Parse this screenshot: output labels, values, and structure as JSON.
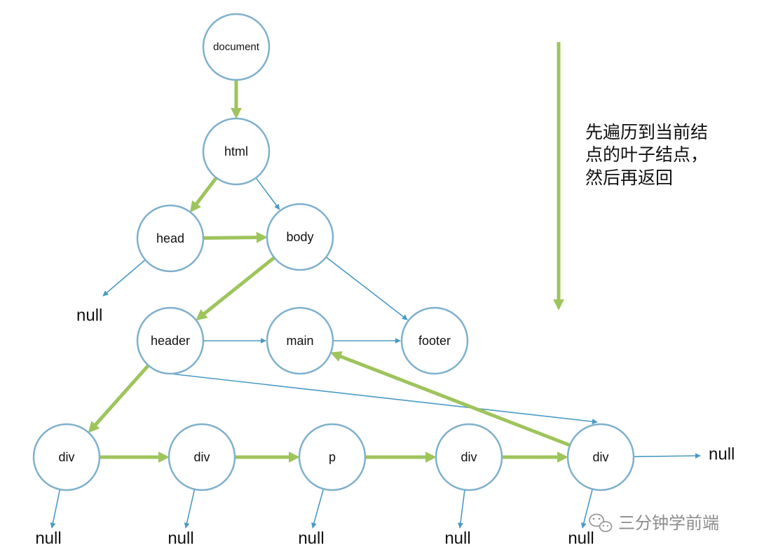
{
  "nodes": [
    {
      "id": "document",
      "label": "document"
    },
    {
      "id": "html",
      "label": "html"
    },
    {
      "id": "head",
      "label": "head"
    },
    {
      "id": "body",
      "label": "body"
    },
    {
      "id": "header",
      "label": "header"
    },
    {
      "id": "main",
      "label": "main"
    },
    {
      "id": "footer",
      "label": "footer"
    },
    {
      "id": "div1",
      "label": "div"
    },
    {
      "id": "div2",
      "label": "div"
    },
    {
      "id": "p",
      "label": "p"
    },
    {
      "id": "div3",
      "label": "div"
    },
    {
      "id": "div4",
      "label": "div"
    }
  ],
  "null_labels": [
    {
      "id": "head-null",
      "label": "null"
    },
    {
      "id": "div1-null",
      "label": "null"
    },
    {
      "id": "div2-null",
      "label": "null"
    },
    {
      "id": "p-null",
      "label": "null"
    },
    {
      "id": "div3-null",
      "label": "null"
    },
    {
      "id": "div4-null",
      "label": "null"
    },
    {
      "id": "div4-sibling-null",
      "label": "null"
    }
  ],
  "tree_edges": [
    {
      "from": "html",
      "to": "head"
    },
    {
      "from": "html",
      "to": "body"
    },
    {
      "from": "head",
      "to": "body"
    },
    {
      "from": "head",
      "to": "head-null"
    },
    {
      "from": "body",
      "to": "header"
    },
    {
      "from": "body",
      "to": "footer"
    },
    {
      "from": "header",
      "to": "main"
    },
    {
      "from": "main",
      "to": "footer"
    },
    {
      "from": "header",
      "to": "div4"
    },
    {
      "from": "div1",
      "to": "div1-null"
    },
    {
      "from": "div2",
      "to": "div2-null"
    },
    {
      "from": "p",
      "to": "p-null"
    },
    {
      "from": "div3",
      "to": "div3-null"
    },
    {
      "from": "div4",
      "to": "div4-null"
    },
    {
      "from": "div4",
      "to": "div4-sibling-null"
    }
  ],
  "traversal_path": [
    {
      "from": "document",
      "to": "html"
    },
    {
      "from": "html",
      "to": "head"
    },
    {
      "from": "head",
      "to": "body"
    },
    {
      "from": "body",
      "to": "header"
    },
    {
      "from": "header",
      "to": "div1"
    },
    {
      "from": "div1",
      "to": "div2"
    },
    {
      "from": "div2",
      "to": "p"
    },
    {
      "from": "p",
      "to": "div3"
    },
    {
      "from": "div3",
      "to": "div4"
    },
    {
      "from": "div4",
      "to": "main"
    }
  ],
  "note": {
    "lines": [
      "先遍历到当前结",
      "点的叶子结点，",
      "然后再返回"
    ]
  },
  "watermark": {
    "text": "三分钟学前端",
    "icon": "wechat-icon"
  },
  "colors": {
    "node_stroke": "#7fb0cc",
    "tree_edge": "#4a9ac4",
    "traversal_path": "#9ec45c",
    "watermark": "#8c8c8c"
  }
}
